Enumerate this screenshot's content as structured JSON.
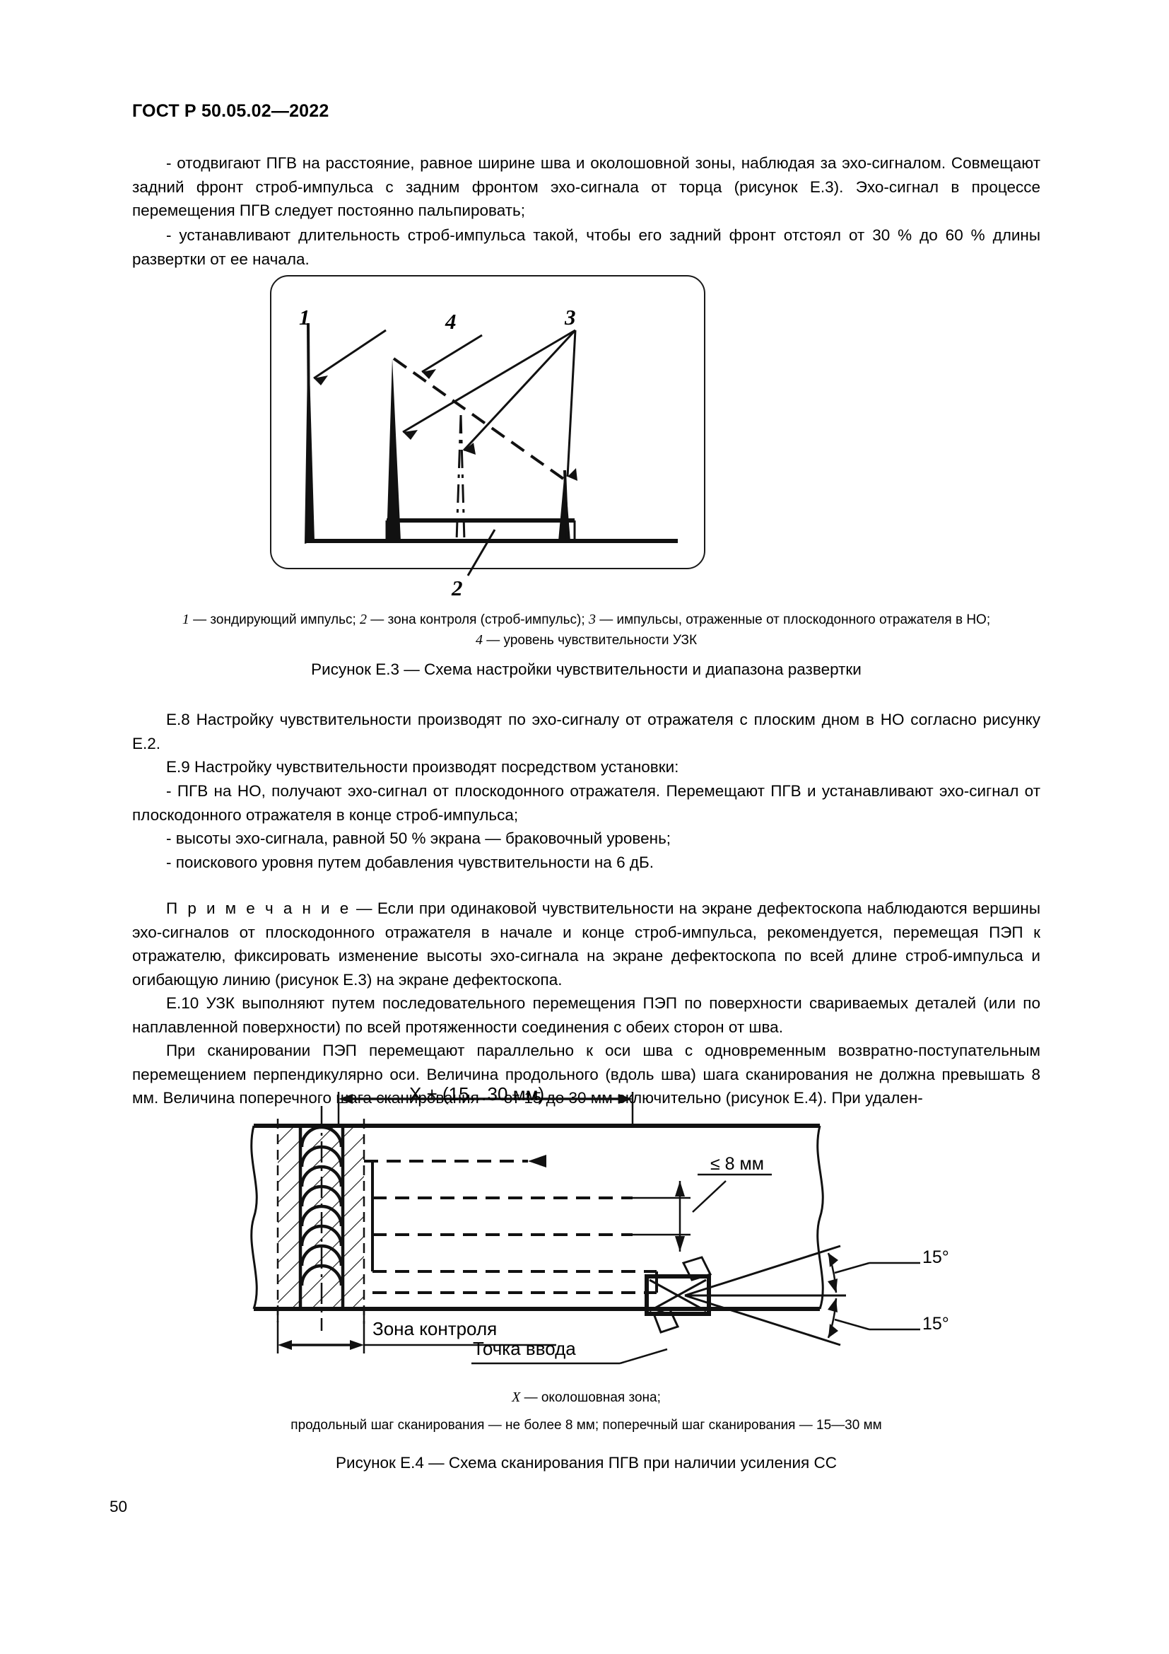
{
  "document": {
    "standard_header": "ГОСТ Р 50.05.02—2022",
    "page_number": "50"
  },
  "body": {
    "p1": "- отодвигают ПГВ на расстояние, равное ширине шва и околошовной зоны, наблюдая за эхо-сигналом. Совмещают задний фронт строб-импульса с задним фронтом эхо-сигнала от торца (рисунок Е.3). Эхо-сигнал в процессе перемещения ПГВ следует постоянно пальпировать;",
    "p2": "- устанавливают длительность строб-импульса такой, чтобы его задний фронт отстоял от 30 % до 60 % длины развертки от ее начала.",
    "p3": "Е.8  Настройку чувствительности производят по эхо-сигналу от отражателя с плоским дном в НО согласно рисунку Е.2.",
    "p4": "Е.9  Настройку чувствительности производят посредством установки:",
    "p5": "- ПГВ на НО, получают эхо-сигнал от плоскодонного отражателя. Перемещают ПГВ и устанавливают эхо-сигнал от плоскодонного отражателя в конце строб-импульса;",
    "p6": "- высоты эхо-сигнала, равной 50 % экрана — браковочный уровень;",
    "p7": "- поискового уровня путем добавления чувствительности на 6 дБ.",
    "note_label": "П р и м е ч а н и е",
    "note_text": " — Если при одинаковой чувствительности на экране дефектоскопа наблюдаются вершины эхо-сигналов от плоскодонного отражателя в начале и конце строб-импульса, рекомендуется, перемещая ПЭП к отражателю, фиксировать изменение высоты эхо-сигнала на экране дефектоскопа по всей длине строб-импульса и огибающую линию (рисунок Е.3) на экране дефектоскопа.",
    "p8": "Е.10  УЗК выполняют путем последовательного перемещения ПЭП по поверхности свариваемых деталей (или по наплавленной поверхности) по всей протяженности соединения с обеих сторон от шва.",
    "p9": "При сканировании ПЭП перемещают параллельно к оси шва с одновременным возвратно-поступательным перемещением перпендикулярно оси. Величина продольного (вдоль шва) шага сканирования не должна превышать 8 мм. Величина поперечного шага сканирования — от 15 до 30 мм включительно (рисунок Е.4). При удален-"
  },
  "figure_e3": {
    "callouts": {
      "c1": "1",
      "c2": "2",
      "c3": "3",
      "c4": "4"
    },
    "legend_line1_a": "1",
    "legend_line1_b": " — зондирующий импульс; ",
    "legend_line1_c": "2",
    "legend_line1_d": " — зона контроля (строб-импульс); ",
    "legend_line1_e": "3",
    "legend_line1_f": " — импульсы, отраженные от плоскодонного отражателя в НО;",
    "legend_line2_a": "4",
    "legend_line2_b": " — уровень чувствительности УЗК",
    "caption": "Рисунок Е.3 — Схема настройки чувствительности и диапазона развертки"
  },
  "figure_e4": {
    "labels": {
      "top_dimension": "X + (15…30 мм)",
      "step_longitudinal": "≤ 8 мм",
      "angle_upper": "15°",
      "angle_lower": "15°",
      "entry_point": "Точка ввода",
      "control_zone": "Зона контроля"
    },
    "legend_line1_a": "X",
    "legend_line1_b": " — околошовная зона;",
    "legend_line2": "продольный шаг сканирования — не более 8 мм; поперечный шаг сканирования — 15—30 мм",
    "caption": "Рисунок Е.4 — Схема сканирования ПГВ при наличии усиления СС"
  }
}
